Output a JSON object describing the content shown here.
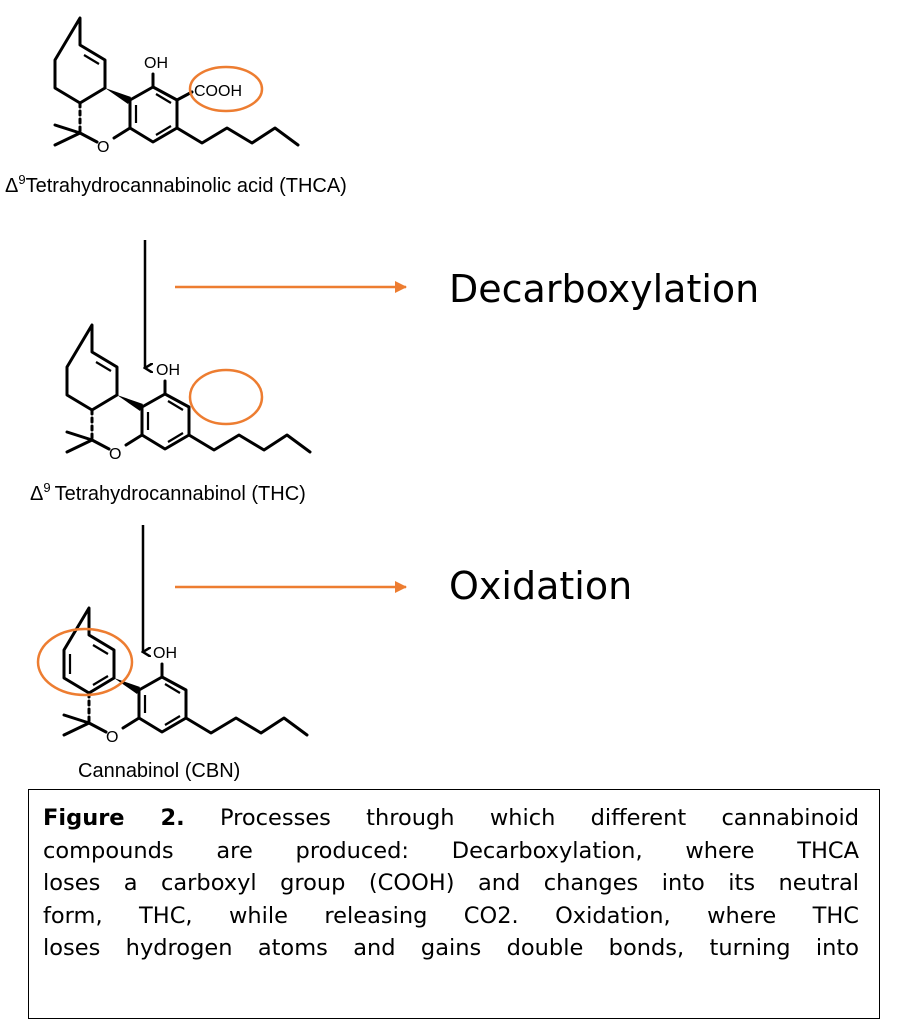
{
  "colors": {
    "accent": "#ED7D31",
    "ink": "#000000"
  },
  "molecules": [
    {
      "id": "thca",
      "name": "Tetrahydrocannabinolic acid (THCA)",
      "prefix": "Δ",
      "superscript": "9",
      "atoms": {
        "oh": "OH",
        "o": "O",
        "cooh": "COOH"
      }
    },
    {
      "id": "thc",
      "name": "Tetrahydrocannabinol (THC)",
      "prefix": "Δ",
      "superscript": "9",
      "atoms": {
        "oh": "OH",
        "o": "O"
      }
    },
    {
      "id": "cbn",
      "name": "Cannabinol (CBN)",
      "atoms": {
        "oh": "OH",
        "o": "O"
      }
    }
  ],
  "processes": [
    {
      "label": "Decarboxylation"
    },
    {
      "label": "Oxidation"
    }
  ],
  "caption": {
    "figure_label": "Figure 2.",
    "lines": [
      " Processes through which different cannabinoid",
      "compounds are produced: Decarboxylation, where THCA",
      "loses a carboxyl group (COOH) and changes into its neutral",
      "form, THC, while releasing CO2. Oxidation, where THC",
      "loses hydrogen atoms and gains double bonds, turning into"
    ]
  }
}
